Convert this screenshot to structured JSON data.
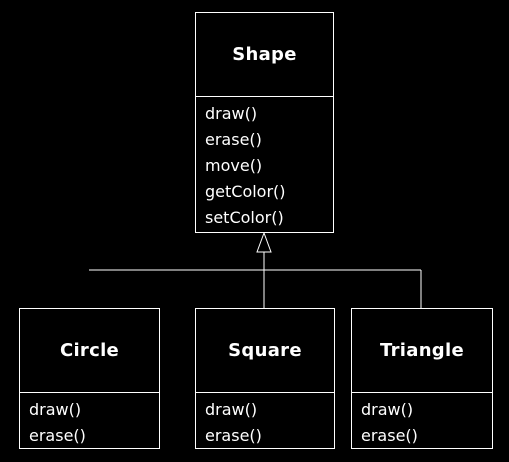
{
  "parent": {
    "name": "Shape",
    "methods": [
      "draw()",
      "erase()",
      "move()",
      "getColor()",
      "setColor()"
    ]
  },
  "children": [
    {
      "name": "Circle",
      "methods": [
        "draw()",
        "erase()"
      ]
    },
    {
      "name": "Square",
      "methods": [
        "draw()",
        "erase()"
      ]
    },
    {
      "name": "Triangle",
      "methods": [
        "draw()",
        "erase()"
      ]
    }
  ],
  "colors": {
    "background": "#000000",
    "foreground": "#ffffff"
  }
}
